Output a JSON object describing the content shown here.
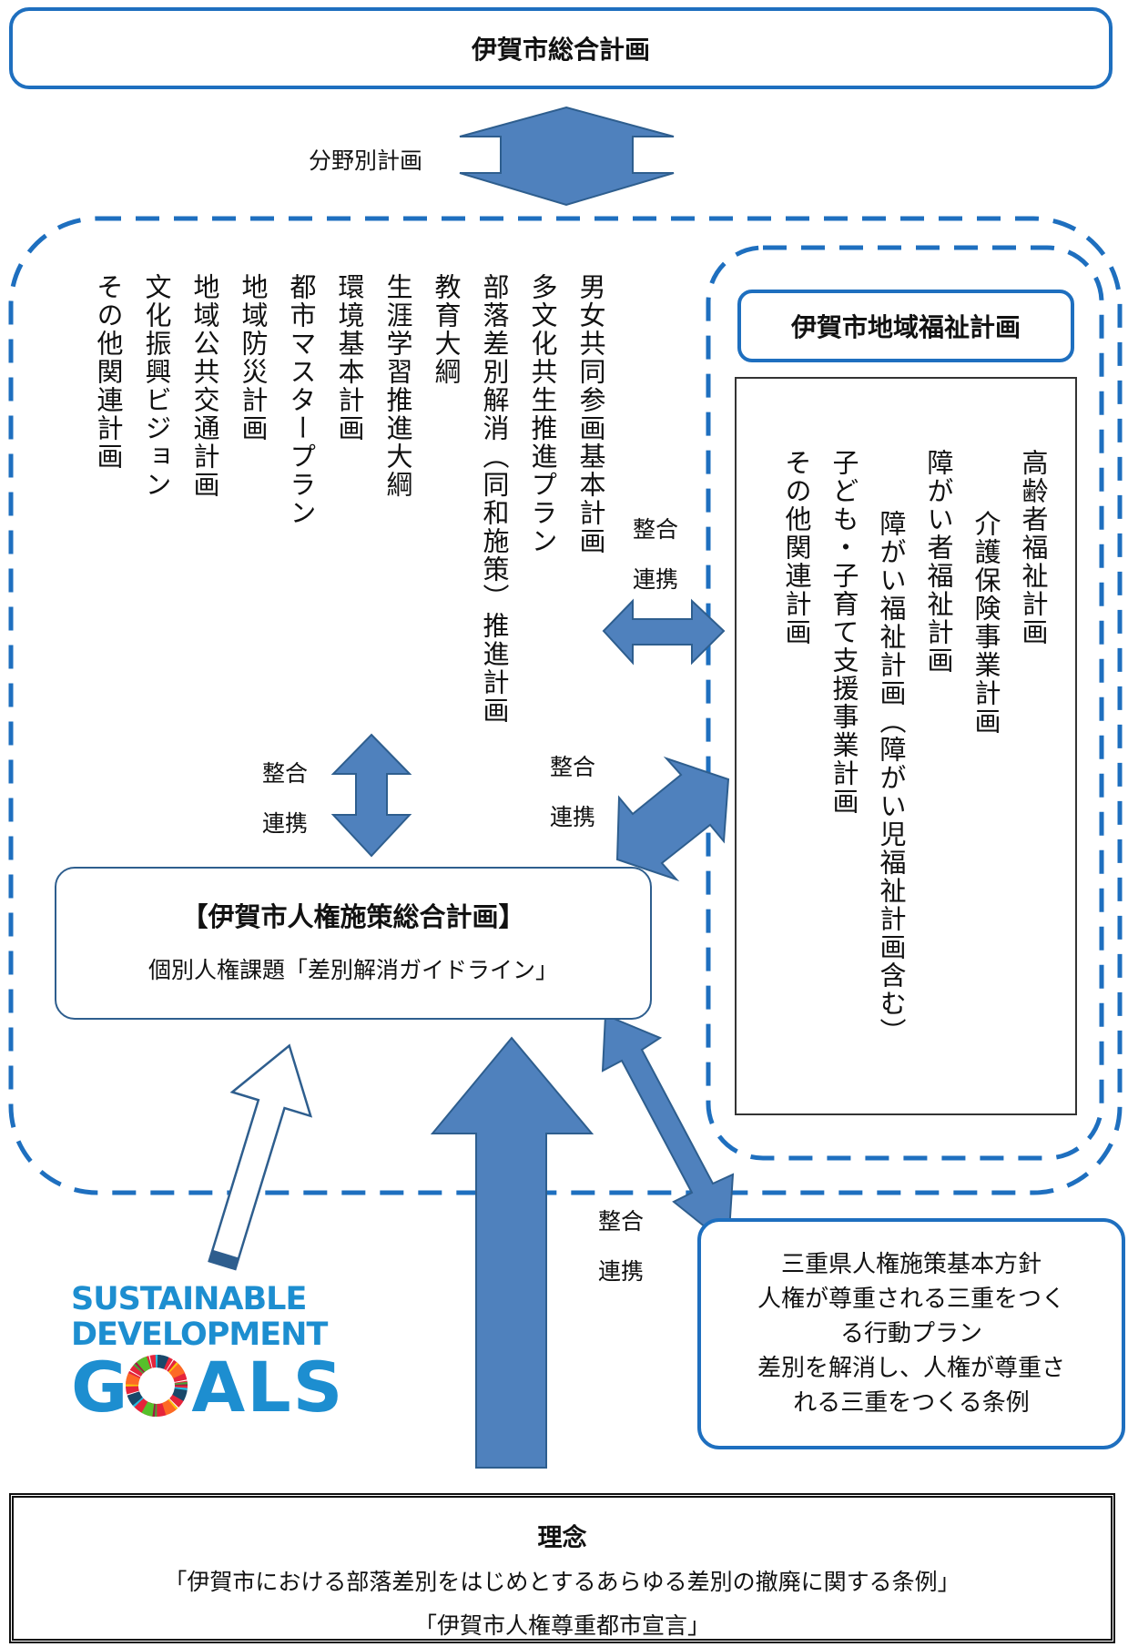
{
  "top_plan": "伊賀市総合計画",
  "sector_label": "分野別計画",
  "left_plans": [
    "男女共同参画基本計画",
    "多文化共生推進プラン",
    "部落差別解消（同和施策）推進計画",
    "教育大綱",
    "生涯学習推進大綱",
    "環境基本計画",
    "都市マスタープラン",
    "地域防災計画",
    "地域公共交通計画",
    "文化振興ビジョン",
    "その他関連計画"
  ],
  "link_label": {
    "line1": "整合",
    "line2": "連携"
  },
  "welfare": {
    "title": "伊賀市地域福祉計画",
    "items": [
      "高齢者福祉計画",
      "介護保険事業計画",
      "障がい者福祉計画",
      "障がい福祉計画（障がい児福祉計画含む）",
      "子ども・子育て支援事業計画",
      "その他関連計画"
    ]
  },
  "human_rights": {
    "title": "【伊賀市人権施策総合計画】",
    "subtitle": "個別人権課題「差別解消ガイドライン」"
  },
  "mie": {
    "lines": [
      "三重県人権施策基本方針",
      "人権が尊重される三重をつく",
      "る行動プラン",
      "差別を解消し、人権が尊重さ",
      "れる三重をつくる条例"
    ]
  },
  "sdgs": {
    "line1": "SUSTAINABLE",
    "line2": "DEVELOPMENT",
    "line3a": "G",
    "line3b": "ALS"
  },
  "principle": {
    "title": "理念",
    "line1": "「伊賀市における部落差別をはじめとするあらゆる差別の撤廃に関する条例」",
    "line2": "「伊賀市人権尊重都市宣言」"
  },
  "colors": {
    "accent": "#1e6fbf",
    "arrow_fill": "#4f81bd",
    "arrow_stroke": "#2e5e8e"
  }
}
